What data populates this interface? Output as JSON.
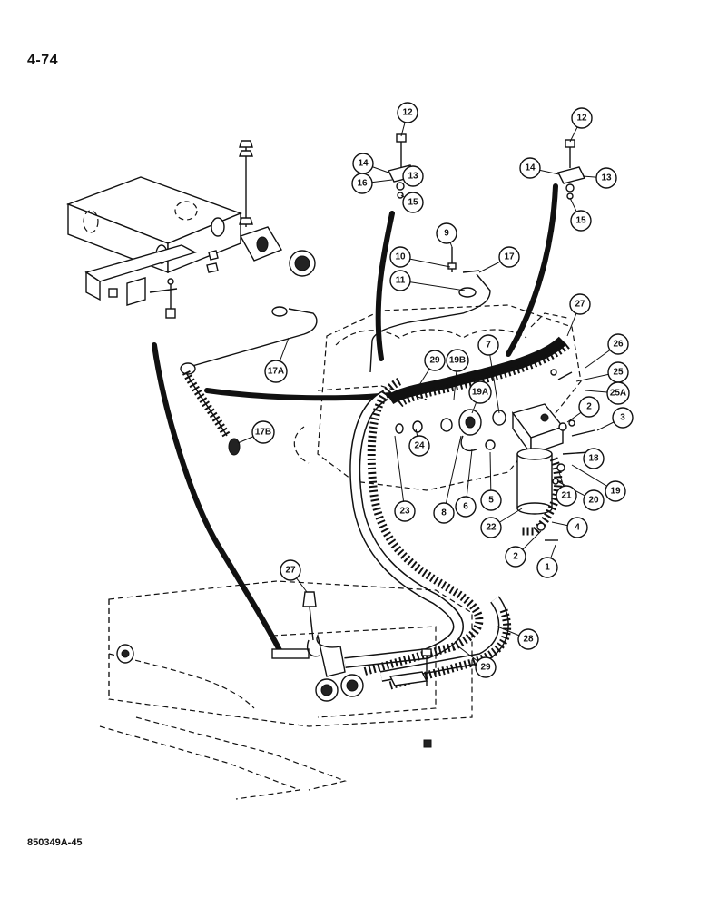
{
  "page": {
    "page_number": "4-74",
    "figure_code": "850349A-45"
  },
  "callouts": [
    {
      "label": "12"
    },
    {
      "label": "14"
    },
    {
      "label": "13"
    },
    {
      "label": "16"
    },
    {
      "label": "15"
    },
    {
      "label": "12"
    },
    {
      "label": "14"
    },
    {
      "label": "13"
    },
    {
      "label": "15"
    },
    {
      "label": "9"
    },
    {
      "label": "10"
    },
    {
      "label": "11"
    },
    {
      "label": "17"
    },
    {
      "label": "27"
    },
    {
      "label": "17A"
    },
    {
      "label": "29"
    },
    {
      "label": "19B"
    },
    {
      "label": "7"
    },
    {
      "label": "26"
    },
    {
      "label": "25"
    },
    {
      "label": "25A"
    },
    {
      "label": "19A"
    },
    {
      "label": "2"
    },
    {
      "label": "3"
    },
    {
      "label": "17B"
    },
    {
      "label": "24"
    },
    {
      "label": "18"
    },
    {
      "label": "19"
    },
    {
      "label": "21"
    },
    {
      "label": "20"
    },
    {
      "label": "8"
    },
    {
      "label": "6"
    },
    {
      "label": "5"
    },
    {
      "label": "23"
    },
    {
      "label": "22"
    },
    {
      "label": "4"
    },
    {
      "label": "2"
    },
    {
      "label": "1"
    },
    {
      "label": "27"
    },
    {
      "label": "28"
    },
    {
      "label": "29"
    }
  ]
}
